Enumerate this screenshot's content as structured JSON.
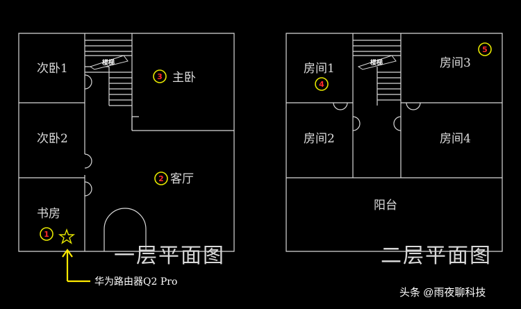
{
  "floor1": {
    "title": "一层平面图",
    "rooms": {
      "bedroom2_1": "次卧1",
      "bedroom2_2": "次卧2",
      "study": "书房",
      "master": "主卧",
      "living": "客厅",
      "stairs": "楼梯"
    },
    "markers": {
      "m1": "1",
      "m2": "2",
      "m3": "3"
    }
  },
  "floor2": {
    "title": "二层平面图",
    "rooms": {
      "room1": "房间1",
      "room2": "房间2",
      "room3": "房间3",
      "room4": "房间4",
      "balcony": "阳台",
      "stairs": "楼梯"
    },
    "markers": {
      "m4": "4",
      "m5": "5"
    }
  },
  "router_label": "华为路由器Q2 Pro",
  "watermark": "头条 @雨夜聊科技",
  "colors": {
    "background": "#000000",
    "walls": "#d9d9d9",
    "marker": "#e6e600",
    "marker_number": "#ff2a2a",
    "arrow": "#ffea00"
  }
}
